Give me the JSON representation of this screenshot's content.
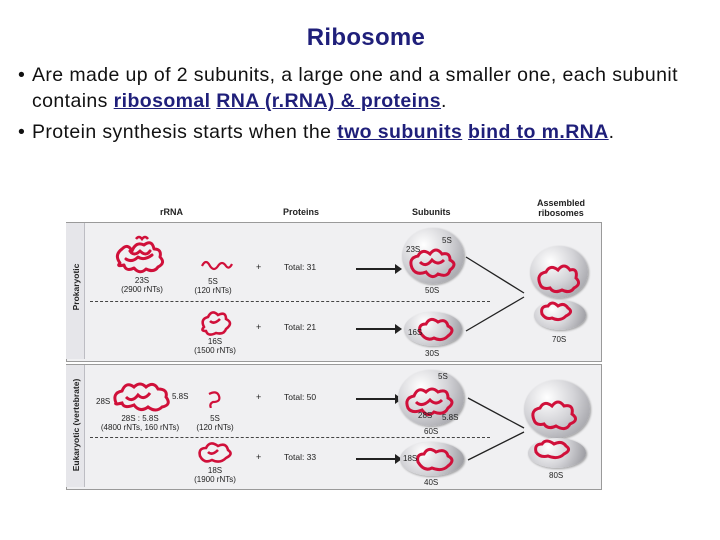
{
  "title": "Ribosome",
  "bullets": [
    {
      "dot": "•",
      "pre": "Are made up of  2 subunits, a large one and a smaller one, each subunit contains ",
      "em1": "ribosomal",
      "mid1": " ",
      "em2": "RNA (r.RNA) & proteins",
      "post": "."
    },
    {
      "dot": "•",
      "pre": "Protein synthesis starts when the ",
      "em1": "two subunits",
      "mid1": " ",
      "em2": "bind to m.RNA",
      "post": "."
    }
  ],
  "figure": {
    "headers": {
      "rrna": "rRNA",
      "proteins": "Proteins",
      "subunits": "Subunits",
      "assembled": "Assembled ribosomes"
    },
    "prokaryotic": {
      "side_label": "Prokaryotic",
      "rrna_23s": "23S\n(2900 rNTs)",
      "rrna_5s": "5S\n(120 rNTs)",
      "rrna_16s": "16S\n(1500 rNTs)",
      "plus": "+",
      "total_large": "Total:  31",
      "total_small": "Total:  21",
      "sub_23s": "23S",
      "sub_5s": "5S",
      "sub_50s": "50S",
      "sub_16s": "16S",
      "sub_30s": "30S",
      "assembled": "70S"
    },
    "eukaryotic": {
      "side_label": "Eukaryotic (vertebrate)",
      "rrna_28s": "28S",
      "rrna_58s": "5.8S",
      "rrna_28s_caption": "28S : 5.8S\n(4800 rNTs, 160 rNTs)",
      "rrna_5s": "5S\n(120 rNTs)",
      "rrna_18s": "18S\n(1900 rNTs)",
      "plus": "+",
      "total_large": "Total:  50",
      "total_small": "Total:  33",
      "sub_5s": "5S",
      "sub_28s": "28S",
      "sub_58s": "5.8S",
      "sub_60s": "60S",
      "sub_18s": "18S",
      "sub_40s": "40S",
      "assembled": "80S"
    },
    "colors": {
      "rna": "#d0103a",
      "panel_bg": "#f0f0f2",
      "title": "#1f1f7a"
    }
  }
}
